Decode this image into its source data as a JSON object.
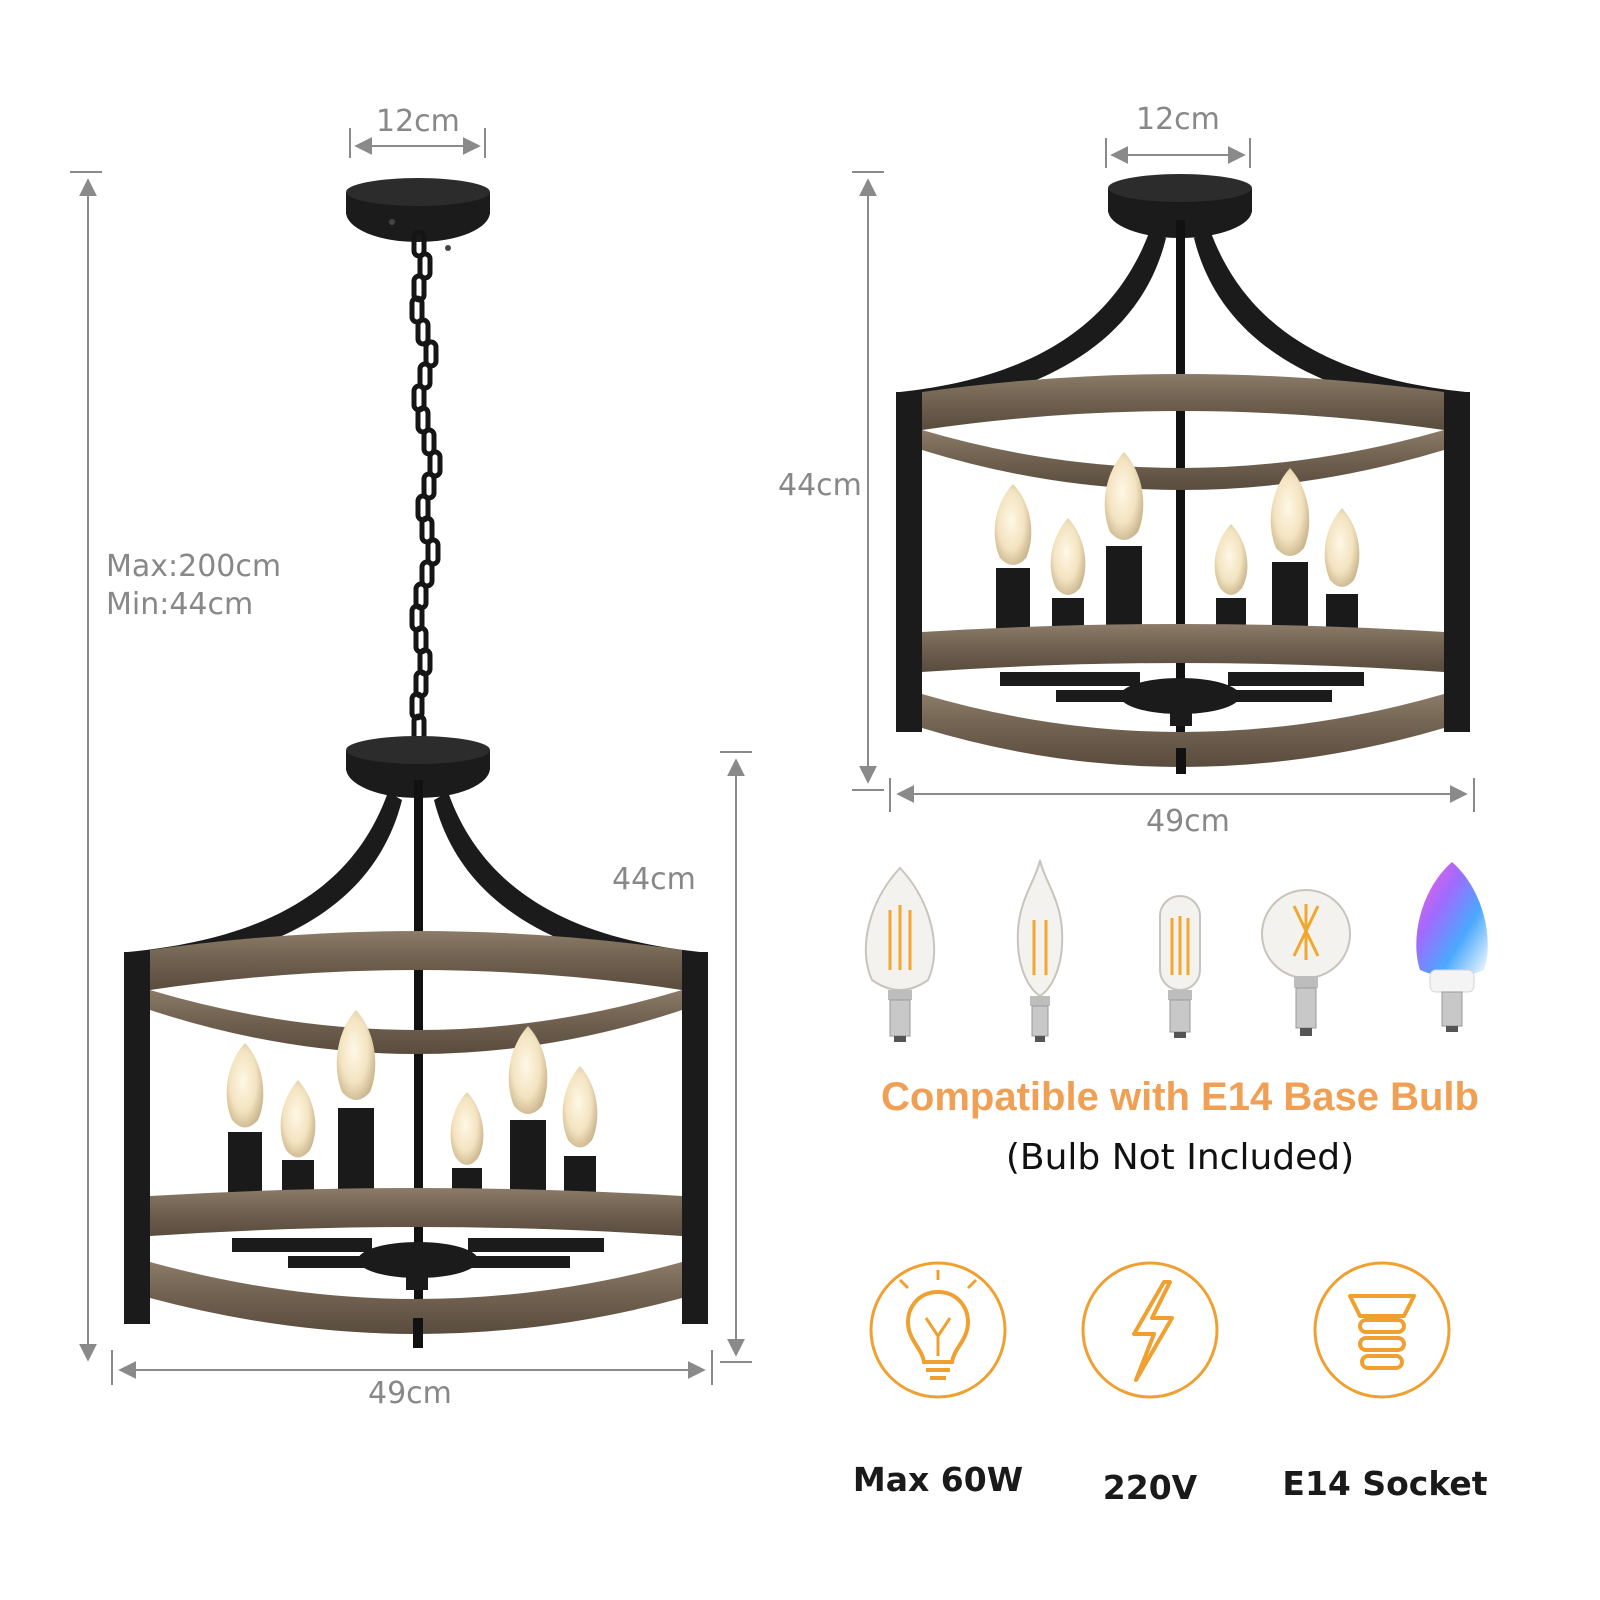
{
  "dimensions": {
    "left_canopy_width": "12cm",
    "left_chain_max": "Max:200cm",
    "left_chain_min": "Min:44cm",
    "left_body_height": "44cm",
    "left_body_width": "49cm",
    "right_canopy_width": "12cm",
    "right_height": "44cm",
    "right_width": "49cm"
  },
  "compatibility": {
    "title": "Compatible with E14 Base Bulb",
    "subtitle": "(Bulb Not Included)"
  },
  "specs": [
    {
      "icon": "bulb-icon",
      "label": "Max 60W"
    },
    {
      "icon": "lightning-icon",
      "label": "220V"
    },
    {
      "icon": "socket-icon",
      "label": "E14 Socket"
    }
  ],
  "bulb_types": [
    "candle-bulb-icon",
    "flame-tip-bulb-icon",
    "tubular-bulb-icon",
    "globe-bulb-icon",
    "smart-rgb-bulb-icon"
  ],
  "colors": {
    "accent": "#f0a055",
    "dimension_text": "#888888",
    "frame": "#1c1c1c",
    "wood": "#7a6a58"
  }
}
